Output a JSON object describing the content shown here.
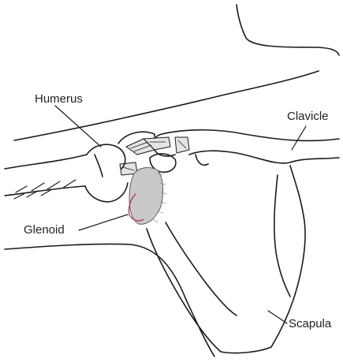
{
  "diagram": {
    "labels": {
      "humerus": "Humerus",
      "clavicle": "Clavicle",
      "glenoid": "Glenoid",
      "scapula": "Scapula"
    },
    "colors": {
      "line": "#1a1a1a",
      "glenoid_outline": "#b0354a",
      "cartilage_fill": "#c9c9c9"
    }
  }
}
